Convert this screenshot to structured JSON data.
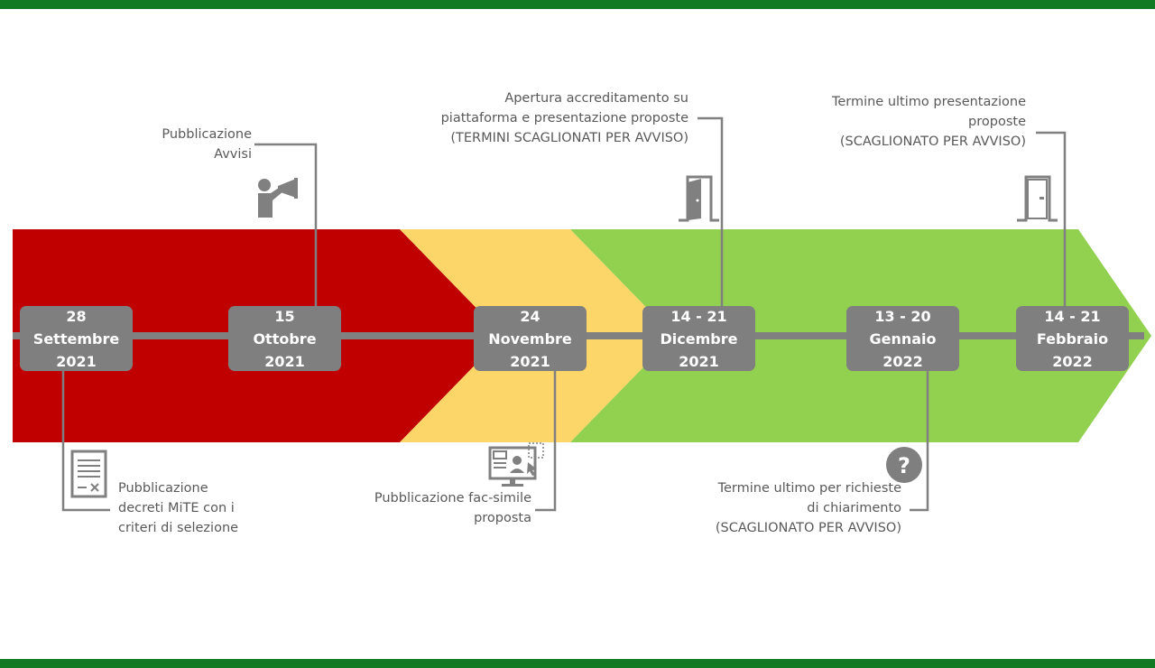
{
  "colors": {
    "frame": "#137a24",
    "phase_red": "#c00000",
    "phase_yellow": "#fdd66a",
    "phase_green": "#92d050",
    "box": "#7f7f7f",
    "line": "#808080",
    "text": "#595959"
  },
  "milestones": [
    {
      "day": "28",
      "month": "Settembre",
      "year": "2021"
    },
    {
      "day": "15",
      "month": "Ottobre",
      "year": "2021"
    },
    {
      "day": "24",
      "month": "Novembre",
      "year": "2021"
    },
    {
      "day": "14 - 21",
      "month": "Dicembre",
      "year": "2021"
    },
    {
      "day": "13 - 20",
      "month": "Gennaio",
      "year": "2022"
    },
    {
      "day": "14 - 21",
      "month": "Febbraio",
      "year": "2022"
    }
  ],
  "labels": {
    "avvisi": [
      "Pubblicazione",
      "Avvisi"
    ],
    "decreti": [
      "Pubblicazione",
      "decreti MiTE con i",
      "criteri di selezione"
    ],
    "facsimile": [
      "Pubblicazione fac-simile",
      "proposta"
    ],
    "apertura": [
      "Apertura accreditamento su",
      "piattaforma e presentazione proposte",
      "(TERMINI SCAGLIONATI PER AVVISO)"
    ],
    "chiarimento": [
      "Termine ultimo per richieste",
      "di chiarimento",
      "(SCAGLIONATO PER AVVISO)"
    ],
    "termine": [
      "Termine ultimo presentazione",
      "proposte",
      "(SCAGLIONATO PER AVVISO)"
    ]
  },
  "icons": {
    "avvisi": "megaphone-person-icon",
    "decreti": "document-icon",
    "facsimile": "computer-form-icon",
    "apertura": "door-icon",
    "chiarimento": "question-icon",
    "termine": "door-icon"
  }
}
